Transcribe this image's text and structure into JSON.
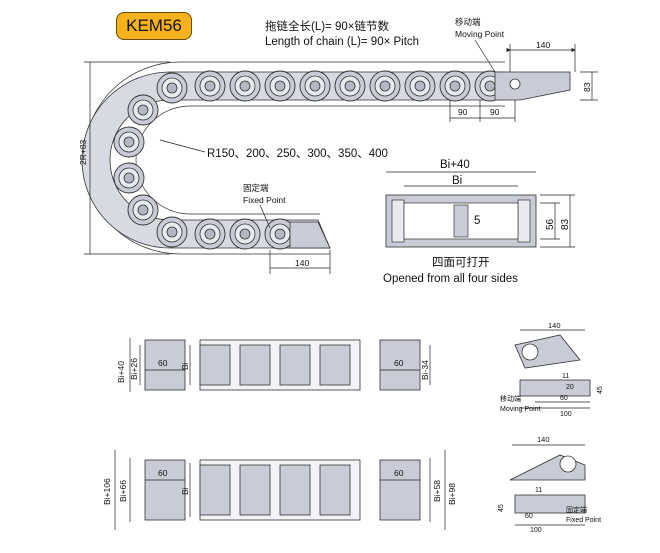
{
  "model": "KEM56",
  "chain_length_cn": "拖链全长(L)= 90×链节数",
  "chain_length_en": "Length of chain (L)= 90× Pitch",
  "moving_point_cn": "移动端",
  "moving_point_en": "Moving Point",
  "fixed_point_cn": "固定端",
  "fixed_point_en": "Fixed Point",
  "radius_options": "R150、200、250、300、350、400",
  "height_label": "2R+83",
  "opened_cn": "四面可打开",
  "opened_en": "Opened from all four sides",
  "dims": {
    "d140": "140",
    "d83": "83",
    "d90": "90",
    "bi40": "Bi+40",
    "bi": "Bi",
    "d5": "5",
    "d56": "56",
    "d60": "60",
    "bi26": "Bi+26",
    "bi34": "Bi-34",
    "bi106": "Bi+106",
    "bi66": "Bi+66",
    "bi58": "Bi+58",
    "bi98": "Bi+98",
    "d11": "11",
    "d20": "20",
    "d45": "45",
    "d100": "100"
  },
  "colors": {
    "badge": "#f6b21b",
    "link": "#c9ccd6",
    "line": "#222222"
  }
}
